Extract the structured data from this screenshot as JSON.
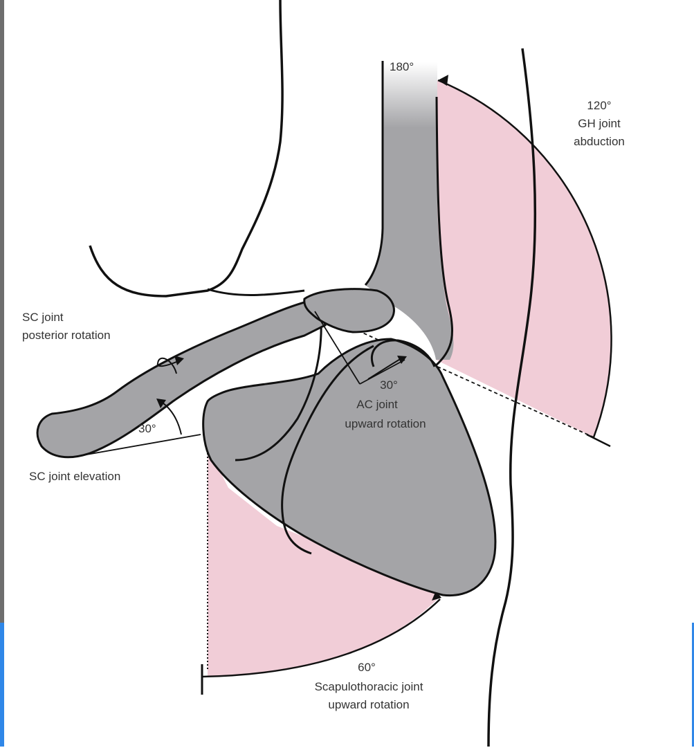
{
  "labels": {
    "gh_angle": "120°",
    "gh_line1": "GH joint",
    "gh_line2": "abduction",
    "total_angle": "180°",
    "sc_rot_line1": "SC joint",
    "sc_rot_line2": "posterior rotation",
    "ac_angle": "30°",
    "ac_line1": "AC joint",
    "ac_line2": "upward rotation",
    "sc_elev_angle": "30°",
    "sc_elev_label": "SC joint elevation",
    "st_angle": "60°",
    "st_line1": "Scapulothoracic joint",
    "st_line2": "upward rotation"
  },
  "colors": {
    "bone": "#a4a4a7",
    "outline": "#111111",
    "arc_fill": "#f1cdd7",
    "text": "#333333"
  }
}
